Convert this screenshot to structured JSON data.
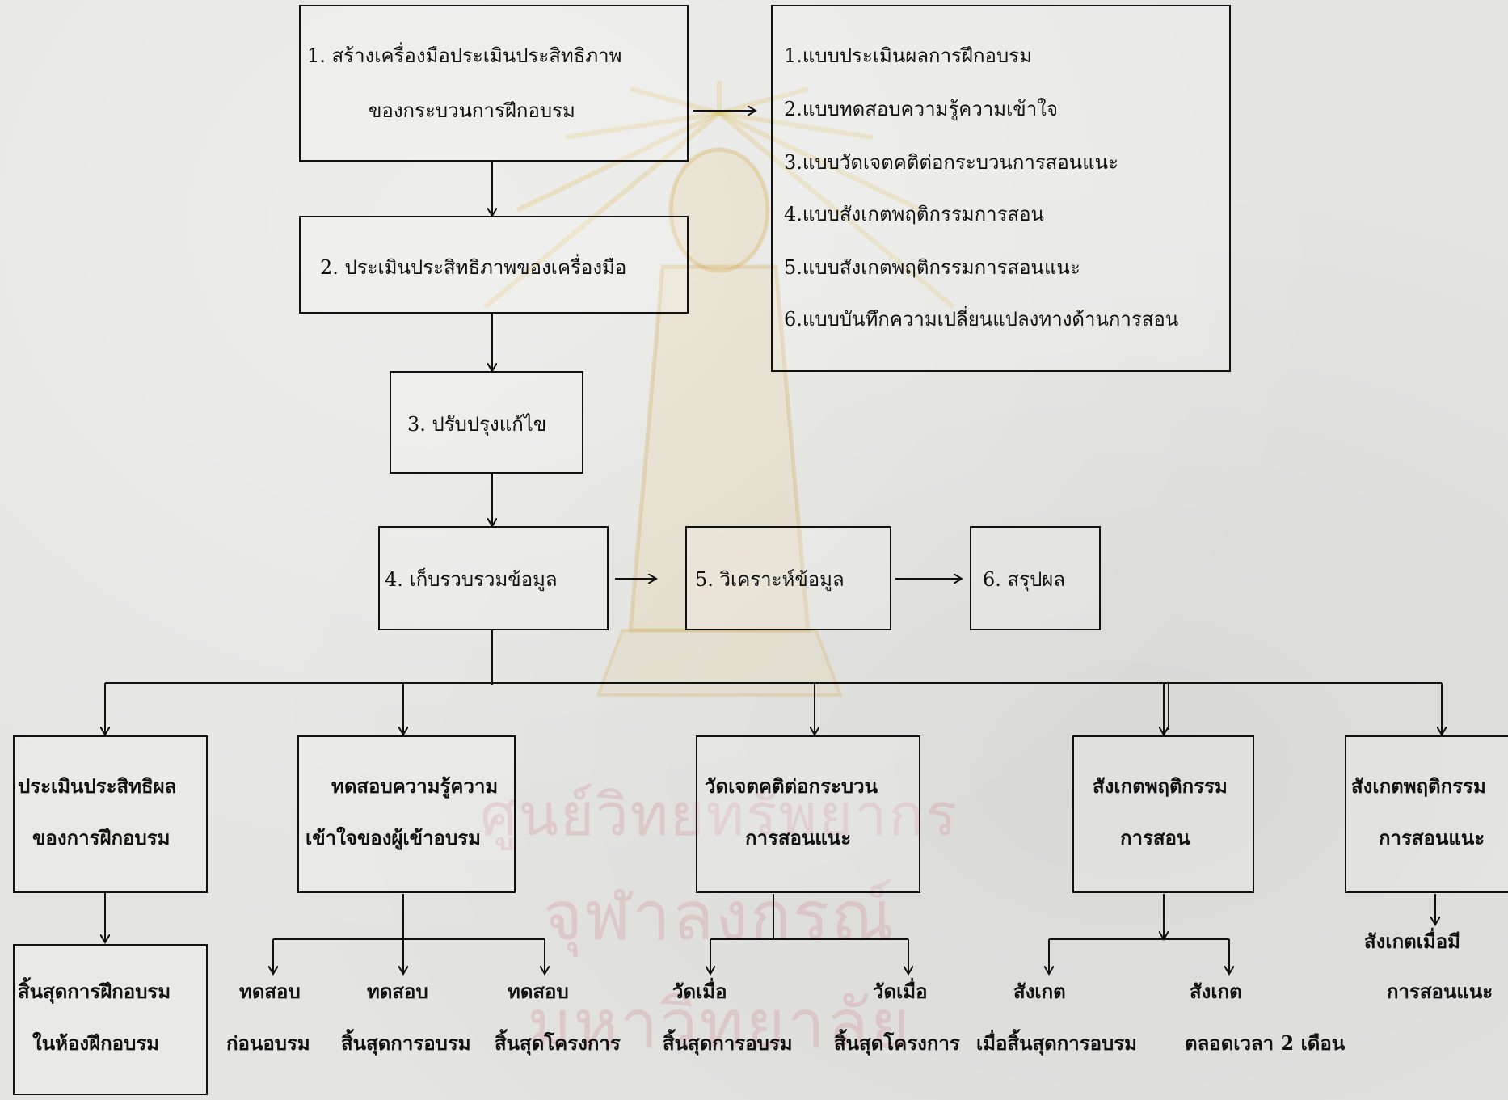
{
  "steps": {
    "s1": {
      "line1": "1.  สร้างเครื่องมือประเมินประสิทธิภาพ",
      "line2": "ของกระบวนการฝึกอบรม"
    },
    "s2": "2.  ประเมินประสิทธิภาพของเครื่องมือ",
    "s3": "3.  ปรับปรุงแก้ไข",
    "s4": "4.  เก็บรวบรวมข้อมูล",
    "s5": "5.  วิเคราะห์ข้อมูล",
    "s6": "6.  สรุปผล"
  },
  "instruments": [
    "1.แบบประเมินผลการฝึกอบรม",
    "2.แบบทดสอบความรู้ความเข้าใจ",
    "3.แบบวัดเจตคติต่อกระบวนการสอนแนะ",
    "4.แบบสังเกตพฤติกรรมการสอน",
    "5.แบบสังเกตพฤติกรรมการสอนแนะ",
    "6.แบบบันทึกความเปลี่ยนแปลงทางด้านการสอน"
  ],
  "branches": [
    {
      "line1": "ประเมินประสิทธิผล",
      "line2": "ของการฝึกอบรม"
    },
    {
      "line1": "ทดสอบความรู้ความ",
      "line2": "เข้าใจของผู้เข้าอบรม"
    },
    {
      "line1": "วัดเจตคติต่อกระบวน",
      "line2": "การสอนแนะ"
    },
    {
      "line1": "สังเกตพฤติกรรม",
      "line2": "การสอน"
    },
    {
      "line1": "สังเกตพฤติกรรม",
      "line2": "การสอนแนะ"
    }
  ],
  "timing": {
    "end_training_room": {
      "line1": "สิ้นสุดการฝึกอบรม",
      "line2": "ในห้องฝึกอบรม"
    },
    "test_pre": {
      "line1": "ทดสอบ",
      "line2": "ก่อนอบรม"
    },
    "test_end_training": {
      "line1": "ทดสอบ",
      "line2": "สิ้นสุดการอบรม"
    },
    "test_end_project": {
      "line1": "ทดสอบ",
      "line2": "สิ้นสุดโครงการ"
    },
    "measure_end_training": {
      "line1": "วัดเมื่อ",
      "line2": "สิ้นสุดการอบรม"
    },
    "measure_end_project": {
      "line1": "วัดเมื่อ",
      "line2": "สิ้นสุดโครงการ"
    },
    "observe_end_training": {
      "line1": "สังเกต",
      "line2": "เมื่อสิ้นสุดการอบรม"
    },
    "observe_two_months": {
      "line1": "สังเกต",
      "line2": "ตลอดเวลา  2  เดือน"
    },
    "observe_coaching": {
      "line1": "สังเกตเมื่อมี",
      "line2": "การสอนแนะ"
    }
  },
  "watermark": {
    "line1": "ศูนย์วิทยทรัพยากร",
    "line2": "จุฬาลงกรณ์มหาวิทยาลัย"
  },
  "colors": {
    "ink": "#111111",
    "paper": "#e4e4e1",
    "watermark": "#d7a0a5"
  }
}
